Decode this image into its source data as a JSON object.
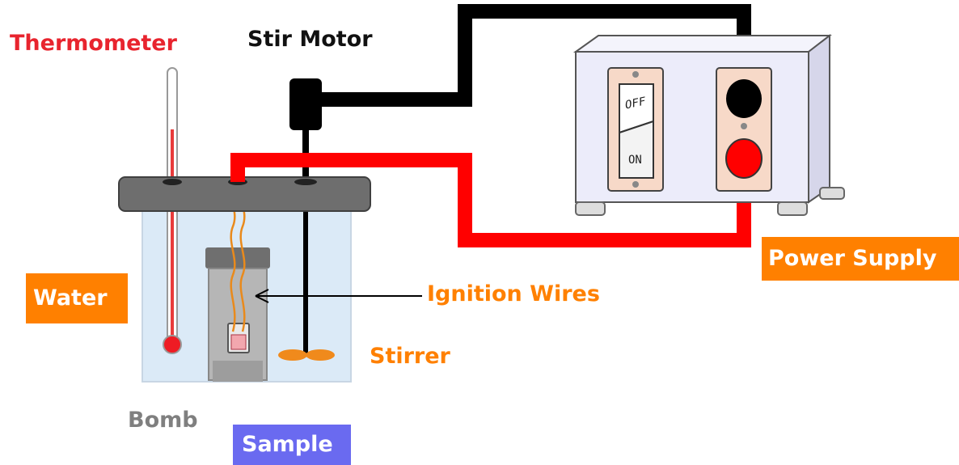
{
  "labels": {
    "thermometer": "Thermometer",
    "stir_motor": "Stir Motor",
    "power_supply": "Power Supply",
    "water": "Water",
    "ignition_wires": "Ignition Wires",
    "stirrer": "Stirrer",
    "bomb": "Bomb",
    "sample": "Sample",
    "switch_off": "OFF",
    "switch_on": "ON"
  },
  "colors": {
    "thermometer_label": "#e8242e",
    "stir_motor_label": "#111111",
    "orange_label_bg": "#ff8000",
    "orange_text": "#ff8000",
    "bomb_label": "#7f7f7f",
    "sample_bg": "#6a6af0",
    "wire_red": "#ff0000",
    "wire_black": "#000000",
    "water": "#dbeaf7",
    "lid": "#6e6e6e",
    "power_box": "#ececfa",
    "switch_plate": "#f7d9c8"
  }
}
